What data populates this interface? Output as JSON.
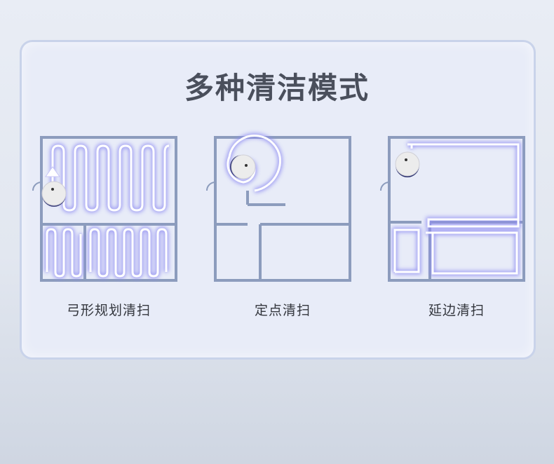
{
  "title": "多种清洁模式",
  "modes": [
    {
      "label": "弓形规划清扫",
      "icon": "zigzag-cleaning-map-icon"
    },
    {
      "label": "定点清扫",
      "icon": "spot-cleaning-map-icon"
    },
    {
      "label": "延边清扫",
      "icon": "edge-cleaning-map-icon"
    }
  ],
  "colors": {
    "wall": "#8c9cbd",
    "path": "#ffffff",
    "glow": "#8f8cf2",
    "robot_accent": "#2a2f6e",
    "title": "#4a4f5c"
  }
}
